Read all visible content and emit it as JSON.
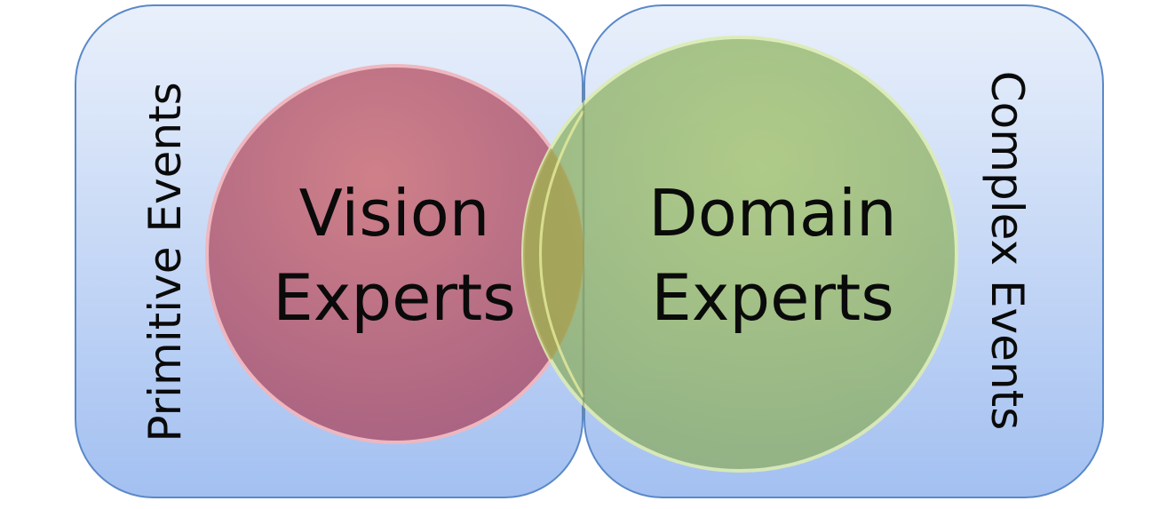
{
  "panels": {
    "left": {
      "label": "Primitive Events"
    },
    "right": {
      "label": "Complex Events"
    }
  },
  "circles": {
    "vision": {
      "line1": "Vision",
      "line2": "Experts",
      "fill": "#c97079"
    },
    "domain": {
      "line1": "Domain",
      "line2": "Experts",
      "fill": "#9dbf6e"
    },
    "overlap": {
      "fill": "#a59a52"
    }
  },
  "colors": {
    "panel_top": "#e7effb",
    "panel_bottom": "#a7c3f2",
    "panel_border": "#4f7fc4"
  }
}
